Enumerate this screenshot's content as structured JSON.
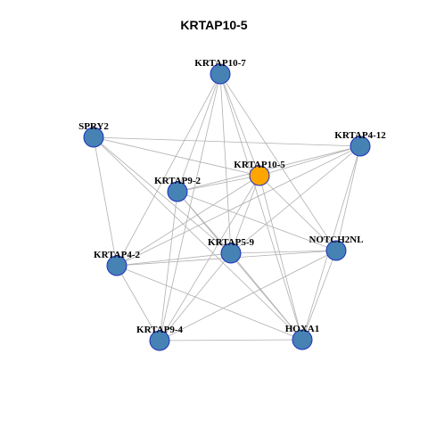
{
  "title": "KRTAP10-5",
  "colors": {
    "node": "#4682b4",
    "center": "#ffa500",
    "edge": "#b0b0b0"
  },
  "nodes": [
    {
      "id": "KRTAP10-7",
      "label": "KRTAP10-7",
      "center": false
    },
    {
      "id": "SPRY2",
      "label": "SPRY2",
      "center": false
    },
    {
      "id": "KRTAP4-12",
      "label": "KRTAP4-12",
      "center": false
    },
    {
      "id": "KRTAP10-5",
      "label": "KRTAP10-5",
      "center": true
    },
    {
      "id": "KRTAP9-2",
      "label": "KRTAP9-2",
      "center": false
    },
    {
      "id": "KRTAP5-9",
      "label": "KRTAP5-9",
      "center": false
    },
    {
      "id": "NOTCH2NL",
      "label": "NOTCH2NL",
      "center": false
    },
    {
      "id": "KRTAP4-2",
      "label": "KRTAP4-2",
      "center": false
    },
    {
      "id": "KRTAP9-4",
      "label": "KRTAP9-4",
      "center": false
    },
    {
      "id": "HOXA1",
      "label": "HOXA1",
      "center": false
    }
  ],
  "edges": [
    [
      "KRTAP10-7",
      "KRTAP9-2"
    ],
    [
      "KRTAP10-7",
      "KRTAP5-9"
    ],
    [
      "KRTAP10-7",
      "NOTCH2NL"
    ],
    [
      "KRTAP10-7",
      "KRTAP4-2"
    ],
    [
      "KRTAP10-7",
      "KRTAP9-4"
    ],
    [
      "KRTAP10-7",
      "HOXA1"
    ],
    [
      "KRTAP10-7",
      "KRTAP10-5"
    ],
    [
      "SPRY2",
      "KRTAP4-12"
    ],
    [
      "SPRY2",
      "KRTAP10-5"
    ],
    [
      "SPRY2",
      "KRTAP5-9"
    ],
    [
      "SPRY2",
      "KRTAP4-2"
    ],
    [
      "SPRY2",
      "HOXA1"
    ],
    [
      "KRTAP4-12",
      "KRTAP9-2"
    ],
    [
      "KRTAP4-12",
      "KRTAP10-5"
    ],
    [
      "KRTAP4-12",
      "KRTAP5-9"
    ],
    [
      "KRTAP4-12",
      "NOTCH2NL"
    ],
    [
      "KRTAP4-12",
      "KRTAP4-2"
    ],
    [
      "KRTAP4-12",
      "HOXA1"
    ],
    [
      "KRTAP10-5",
      "KRTAP9-2"
    ],
    [
      "KRTAP10-5",
      "KRTAP5-9"
    ],
    [
      "KRTAP10-5",
      "NOTCH2NL"
    ],
    [
      "KRTAP10-5",
      "KRTAP4-2"
    ],
    [
      "KRTAP10-5",
      "KRTAP9-4"
    ],
    [
      "KRTAP10-5",
      "HOXA1"
    ],
    [
      "KRTAP9-2",
      "KRTAP5-9"
    ],
    [
      "KRTAP9-2",
      "NOTCH2NL"
    ],
    [
      "KRTAP9-2",
      "KRTAP9-4"
    ],
    [
      "KRTAP9-2",
      "HOXA1"
    ],
    [
      "KRTAP5-9",
      "NOTCH2NL"
    ],
    [
      "KRTAP5-9",
      "KRTAP4-2"
    ],
    [
      "KRTAP5-9",
      "KRTAP9-4"
    ],
    [
      "KRTAP5-9",
      "HOXA1"
    ],
    [
      "NOTCH2NL",
      "KRTAP4-2"
    ],
    [
      "NOTCH2NL",
      "KRTAP9-4"
    ],
    [
      "NOTCH2NL",
      "HOXA1"
    ],
    [
      "KRTAP4-2",
      "KRTAP9-4"
    ],
    [
      "KRTAP4-2",
      "HOXA1"
    ],
    [
      "KRTAP9-4",
      "HOXA1"
    ]
  ]
}
